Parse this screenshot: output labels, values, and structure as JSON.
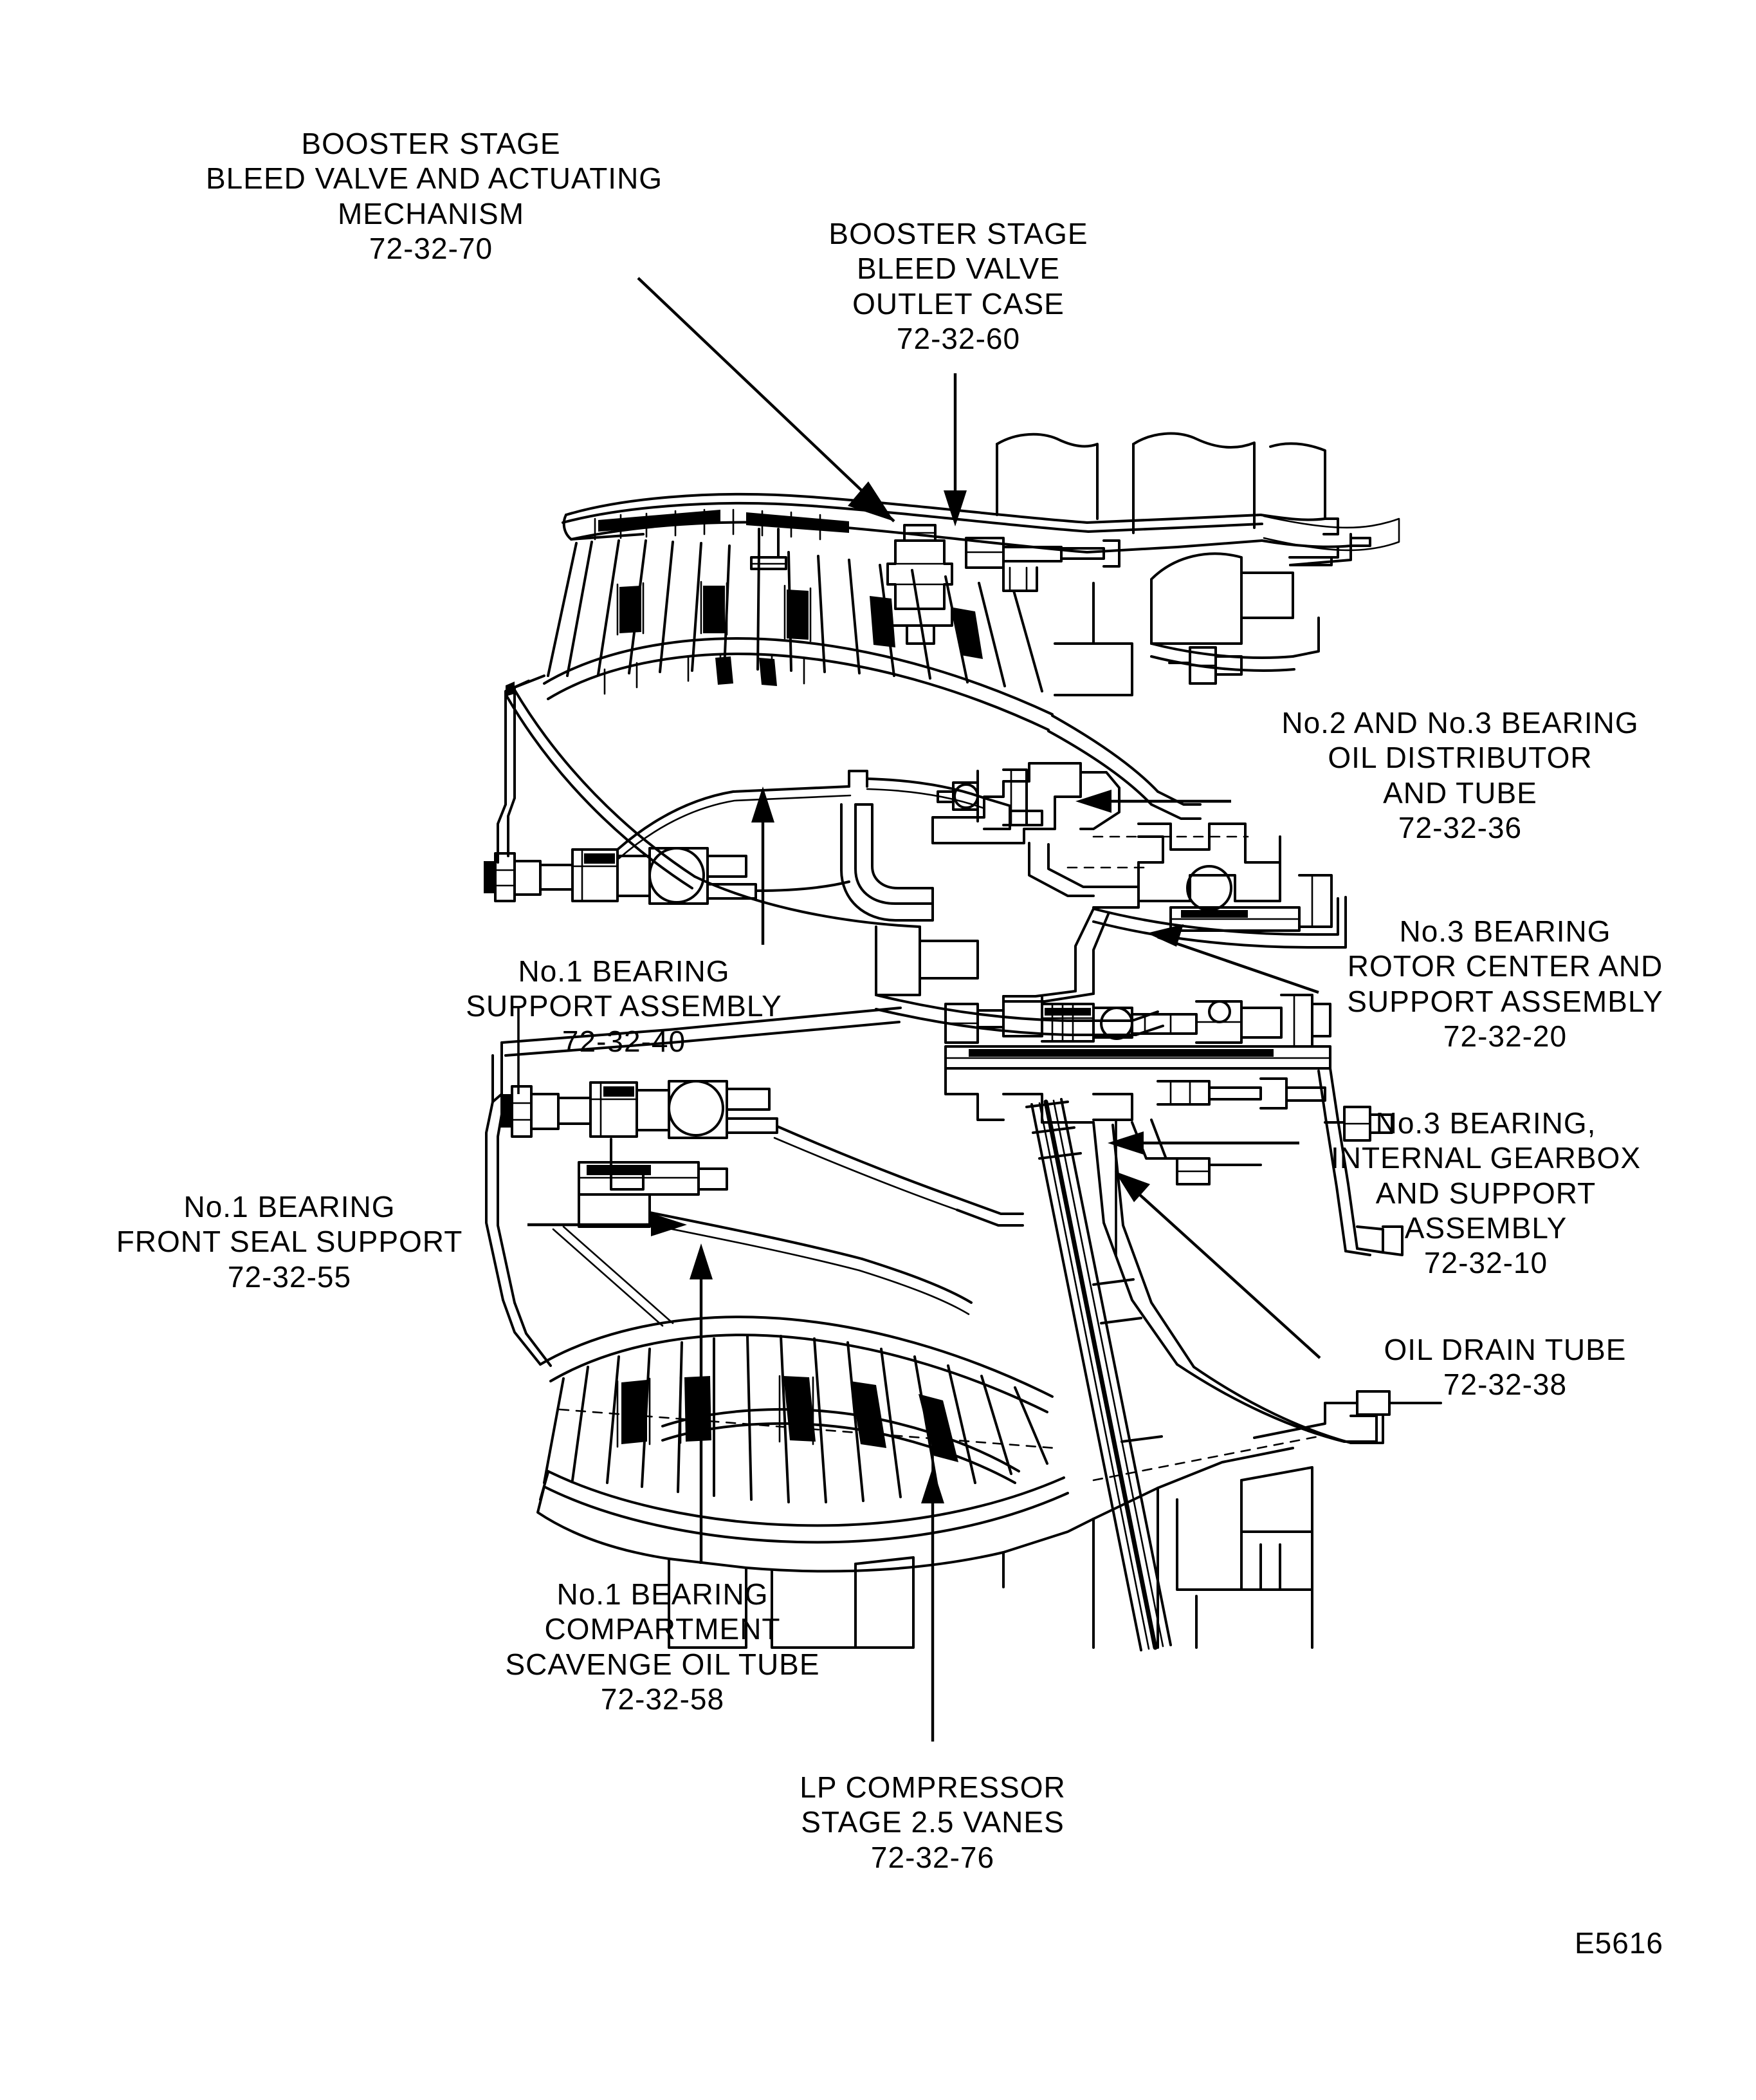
{
  "figure": {
    "reference_code": "E5616",
    "type": "engine-cross-section-diagram",
    "title": "Low Pressure Compressor / Bearing Support Assemblies Cross Section"
  },
  "callouts": [
    {
      "id": "booster-bleed-valve-actuating",
      "position": "top-left",
      "lines": [
        "BOOSTER STAGE",
        "BLEED VALVE AND ACTUATING",
        "MECHANISM"
      ],
      "code": "72-32-70",
      "leader": "diagonal"
    },
    {
      "id": "booster-bleed-valve-outlet-case",
      "position": "top-center",
      "lines": [
        "BOOSTER STAGE",
        "BLEED VALVE",
        "OUTLET CASE"
      ],
      "code": "72-32-60",
      "leader": "vertical-arrow-down"
    },
    {
      "id": "no2-no3-bearing-oil-distributor",
      "position": "right-upper",
      "lines": [
        "No.2 AND No.3 BEARING",
        "OIL DISTRIBUTOR",
        "AND TUBE"
      ],
      "code": "72-32-36",
      "leader": "horizontal-arrow-left"
    },
    {
      "id": "no3-bearing-rotor-center-support",
      "position": "right-middle",
      "lines": [
        "No.3 BEARING",
        "ROTOR CENTER AND",
        "SUPPORT ASSEMBLY"
      ],
      "code": "72-32-20",
      "leader": "diagonal-arrow-left"
    },
    {
      "id": "no3-bearing-internal-gearbox-support",
      "position": "right-lower",
      "lines": [
        "No.3 BEARING,",
        "INTERNAL GEARBOX",
        "AND SUPPORT",
        "ASSEMBLY"
      ],
      "code": "72-32-10",
      "leader": "horizontal-arrow-left"
    },
    {
      "id": "oil-drain-tube",
      "position": "right-bottom",
      "lines": [
        "OIL DRAIN TUBE"
      ],
      "code": "72-32-38",
      "leader": "diagonal-arrow-left"
    },
    {
      "id": "no1-bearing-support-assembly",
      "position": "center-left",
      "lines": [
        "No.1 BEARING",
        "SUPPORT ASSEMBLY"
      ],
      "code": "72-32-40",
      "leader": "vertical-arrow-up"
    },
    {
      "id": "no1-bearing-front-seal-support",
      "position": "left-middle",
      "lines": [
        "No.1 BEARING",
        "FRONT SEAL SUPPORT"
      ],
      "code": "72-32-55",
      "leader": "horizontal-arrow-right"
    },
    {
      "id": "no1-bearing-compartment-scavenge-oil-tube",
      "position": "bottom-left",
      "lines": [
        "No.1 BEARING",
        "COMPARTMENT",
        "SCAVENGE OIL TUBE"
      ],
      "code": "72-32-58",
      "leader": "vertical-arrow-up"
    },
    {
      "id": "lp-compressor-stage-2-5-vanes",
      "position": "bottom-center",
      "lines": [
        "LP COMPRESSOR",
        "STAGE 2.5 VANES"
      ],
      "code": "72-32-76",
      "leader": "vertical-arrow-up"
    }
  ],
  "colors": {
    "line": "#000000",
    "background": "#ffffff"
  }
}
